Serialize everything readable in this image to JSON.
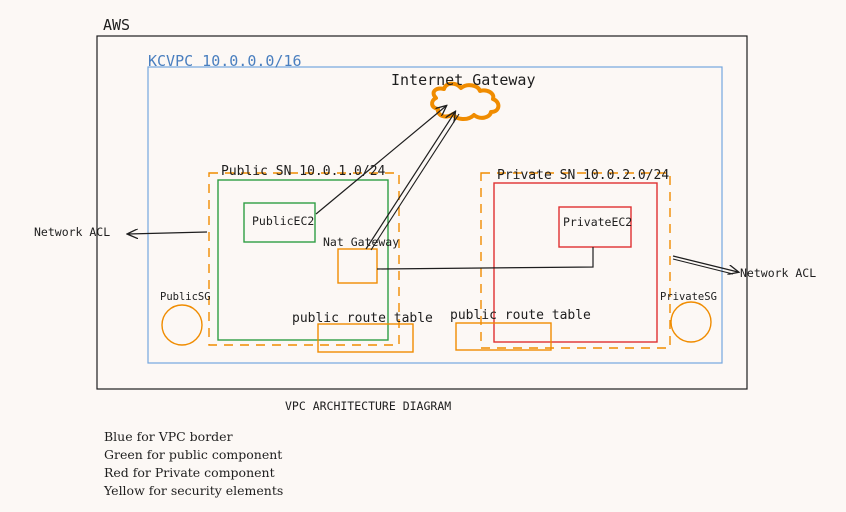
{
  "colors": {
    "aws_border": "#1e1e1e",
    "vpc_border": "#4a90d9",
    "public": "#2f9e44",
    "private": "#e03131",
    "security": "#f08c00",
    "text": "#1e1e1e"
  },
  "aws": {
    "label": "AWS"
  },
  "vpc": {
    "label": "KCVPC 10.0.0.0/16"
  },
  "internet_gateway": {
    "label": "Internet Gateway",
    "icon": "cloud-icon"
  },
  "public_subnet": {
    "label": "Public SN 10.0.1.0/24"
  },
  "private_subnet": {
    "label": "Private SN 10.0.2.0/24"
  },
  "public_ec2": {
    "label": "PublicEC2"
  },
  "private_ec2": {
    "label": "PrivateEC2"
  },
  "nat_gateway": {
    "label": "Nat Gateway"
  },
  "route_tables": {
    "left": "public route table",
    "right": "public route table"
  },
  "network_acl": {
    "left": "Network ACL",
    "right": "Network ACL"
  },
  "security_groups": {
    "public": "PublicSG",
    "private": "PrivateSG"
  },
  "caption": "VPC ARCHITECTURE DIAGRAM",
  "legend": [
    "Blue for VPC border",
    "Green for public component",
    "Red for Private component",
    "Yellow for security elements"
  ]
}
